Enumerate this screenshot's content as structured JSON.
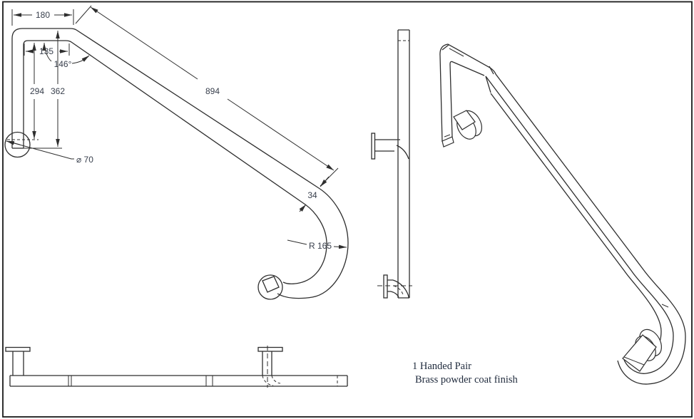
{
  "drawing": {
    "colors": {
      "line": "#2e2e2e",
      "dim_text": "#39404d",
      "note_text": "#1f2a3c",
      "border": "#1a1a1a",
      "background": "#ffffff"
    },
    "front_view": {
      "dims": {
        "top_run_length": "180",
        "flange_offset": "135",
        "bend_angle": "146°",
        "drop_to_flange_face": "294",
        "overall_drop": "362",
        "flange_diameter": "⌀ 70",
        "rail_length": "894",
        "tube_width": "34",
        "hook_radius": "R 165"
      }
    },
    "notes": {
      "line1": "1 Handed Pair",
      "line2": "Brass powder coat finish"
    }
  }
}
